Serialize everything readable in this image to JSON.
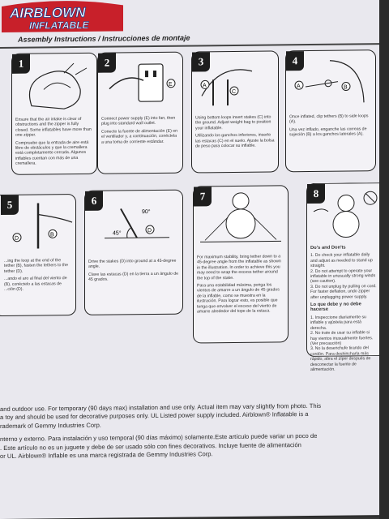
{
  "brand": {
    "name": "AIRBLOWN",
    "sub": "INFLATABLE"
  },
  "section_title": "Assembly Instructions / Instrucciones de montaje",
  "steps": [
    {
      "num": "1",
      "text_en": "Ensure that the air intake is clear of obstructions and the zipper is fully closed. Some inflatables have more than one zipper.",
      "text_es": "Compruebe que la entrada de aire está libre de obstáculos y que la cremallera está completamente cerrada. Algunos inflables cuentan con más de una cremallera."
    },
    {
      "num": "2",
      "text_en": "Connect power supply (E) into fan, then plug into standard wall outlet.",
      "text_es": "Conecte la fuente de alimentación (E) en el ventilador y, a continuación, conéctela a una toma de corriente estándar.",
      "label": "E"
    },
    {
      "num": "3",
      "text_en": "Using bottom loops insert stakes (C) into the ground. Adjust weight bag to position your inflatable.",
      "text_es": "Utilizando los ganchos inferiores, inserte las estacas (C) en el suelo. Ajuste la bolsa de peso para colocar su inflable.",
      "labels": [
        "A",
        "C"
      ]
    },
    {
      "num": "4",
      "text_en": "Once inflated, clip tethers (B) to side loops (A).",
      "text_es": "Una vez inflado, enganche las correas de sujeción (B) a los ganchos laterales (A).",
      "labels": [
        "A",
        "B"
      ]
    },
    {
      "num": "5",
      "text_en": "...ing the loop at the end of the tether (B), fasten the tethers to the tether (D).",
      "text_es": "...ando el aro al final del viento de (B), conéctelo a las estacas de ...ción (D).",
      "labels": [
        "B",
        "D"
      ]
    },
    {
      "num": "6",
      "text_en": "Drive the stakes (D) into ground at a 45-degree angle.",
      "text_es": "Clave las estacas (D) en la tierra a un ángulo de 45 grados.",
      "labels": [
        "D",
        "45°",
        "90°"
      ]
    },
    {
      "num": "7",
      "text_en": "For maximum stability, bring tether down to a 45-degree angle from the inflatable as shown in the illustration. In order to achieve this you may need to wrap the excess tether around the top of the stake.",
      "text_es": "Para una estabilidad máxima, ponga los vientos de amarre a un ángulo de 45 grados de la inflable, como se muestra en la ilustración. Para lograr esto, es posible que tenga que envolver el exceso del viento de amarre alrededor del tope de la estaca."
    },
    {
      "num": "8",
      "dos_title": "Do's and Don'ts",
      "dos_en": [
        "1. Do check your inflatable daily and adjust as needed to stand up straight.",
        "2. Do not attempt to operate your inflatable in unusually strong winds (see caution).",
        "3. Do not unplug by pulling on cord. For faster deflation, undo zipper after unplugging power supply."
      ],
      "dos_es_title": "Lo que debe y no debe hacerse",
      "dos_es": [
        "1. Inspeccione diariamente su inflable y ajústela para está derecha.",
        "2. No trate de usar su inflable si hay vientos inusualmente fuertes. (Ver precaución)",
        "3. No la desenchufe tirando del cordón. Para deshincharla más rápido, abra el zíper después de desconectar la fuente de alimentación."
      ]
    }
  ],
  "footer": [
    "and outdoor use. For temporary (90 days max) installation and use only. Actual item may vary slightly from photo. This",
    "a toy and should be used for decorative purposes only. UL Listed power supply included. Airblown® Inflatable is a",
    "rademark of Gemmy Industries Corp.",
    "nterno y externo. Para instalación y uso temporal (90 días máximo) solamente.Este artículo puede variar un poco de",
    ". Este artículo no es un juguete y debe de ser usado sólo con fines decorativos. Incluye fuente de alimentación",
    "or UL. Airblown® Inflable es una marca registrada de Gemmy Industries Corp."
  ],
  "colors": {
    "panel_bg": "#f3f2f6",
    "logo_red": "#c8202a",
    "logo_blue": "#1d3f8f",
    "sheet": "#e9e8ee"
  }
}
